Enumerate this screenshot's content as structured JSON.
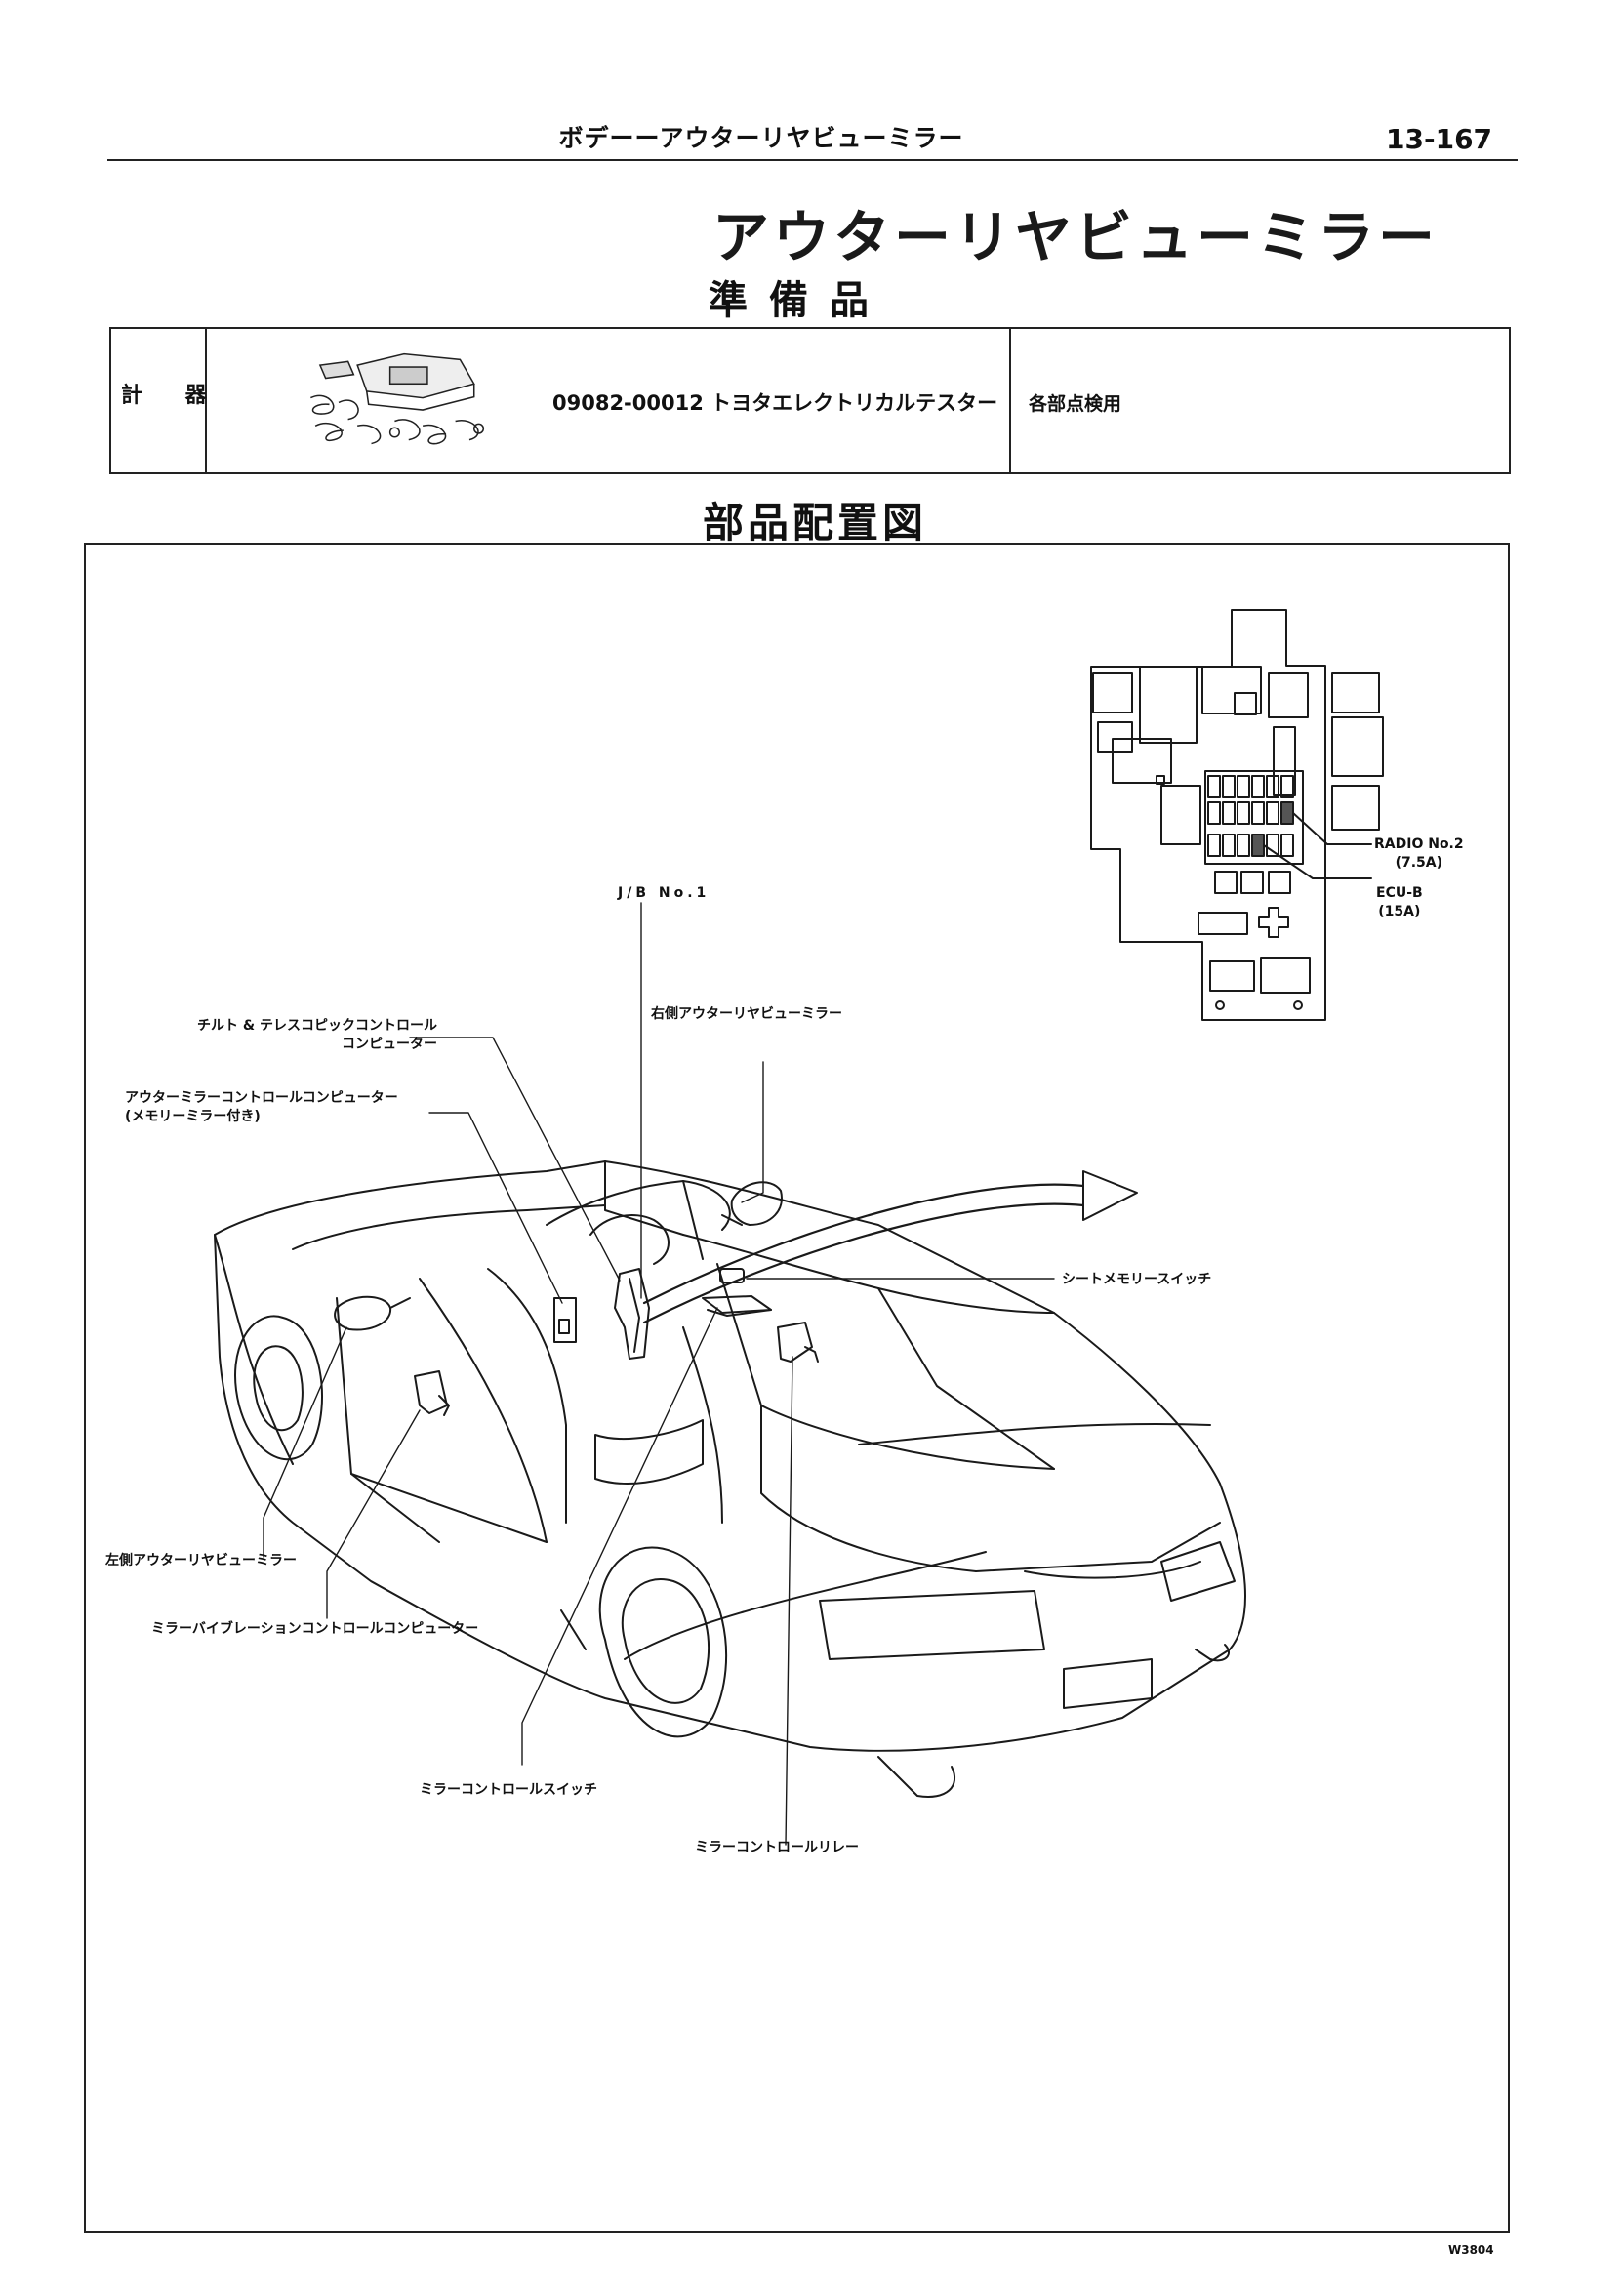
{
  "header": {
    "section": "ボデーーアウターリヤビューミラー",
    "page_number": "13-167"
  },
  "title": "アウターリヤビューミラー",
  "tools_heading": "準備品",
  "tools_table": {
    "category": "計 器",
    "tool_icon": "electrical-tester-icon",
    "tool_part_name": "09082-00012 トヨタエレクトリカルテスター",
    "usage": "各部点検用"
  },
  "layout_heading": "部品配置図",
  "diagram": {
    "labels": {
      "jb_no1": "J/B No.1",
      "tilt_telescopic_line1": "チルト & テレスコピックコントロール",
      "tilt_telescopic_line2": "コンピューター",
      "outer_mirror_ctrl_line1": "アウターミラーコントロールコンピューター",
      "outer_mirror_ctrl_line2": "(メモリーミラー付き)",
      "right_mirror": "右側アウターリヤビューミラー",
      "seat_memory_switch": "シートメモリースイッチ",
      "left_mirror": "左側アウターリヤビューミラー",
      "mirror_vibration_ctrl": "ミラーバイブレーションコントロールコンピューター",
      "mirror_ctrl_switch": "ミラーコントロールスイッチ",
      "mirror_ctrl_relay": "ミラーコントロールリレー",
      "radio_fuse_line1": "RADIO No.2",
      "radio_fuse_line2": "(7.5A)",
      "ecu_fuse_line1": "ECU-B",
      "ecu_fuse_line2": "(15A)"
    }
  },
  "doc_code": "W3804"
}
